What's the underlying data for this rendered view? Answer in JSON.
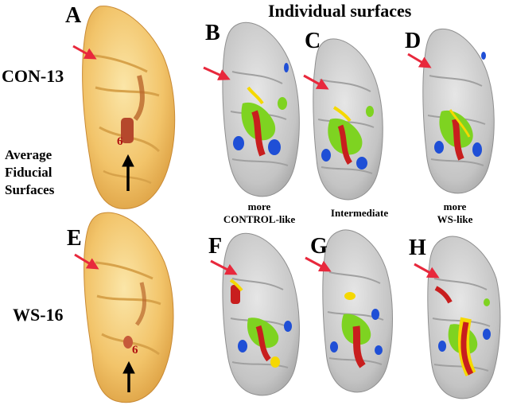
{
  "title": "Individual surfaces",
  "cohorts": {
    "top": "CON-13",
    "bottom": "WS-16"
  },
  "side_label": [
    "Average",
    "Fiducial",
    "Surfaces"
  ],
  "categories": {
    "left": [
      "more",
      "CONTROL-like"
    ],
    "middle": [
      "Intermediate"
    ],
    "right": [
      "more",
      "WS-like"
    ]
  },
  "panels": {
    "A": {
      "letter": "A",
      "area_label": "6"
    },
    "B": {
      "letter": "B"
    },
    "C": {
      "letter": "C"
    },
    "D": {
      "letter": "D"
    },
    "E": {
      "letter": "E",
      "area_label": "6"
    },
    "F": {
      "letter": "F"
    },
    "G": {
      "letter": "G"
    },
    "H": {
      "letter": "H"
    }
  },
  "colors": {
    "average_surface": "#f2c46a",
    "individual_surface": "#c8c8c8",
    "arrow_red": "#e8283c",
    "arrow_black": "#000000",
    "blob_red": "#c81e1e",
    "blob_green": "#7ed321",
    "blob_yellow": "#f5d800",
    "blob_blue": "#1f4fd6",
    "area_label": "#b01010"
  }
}
